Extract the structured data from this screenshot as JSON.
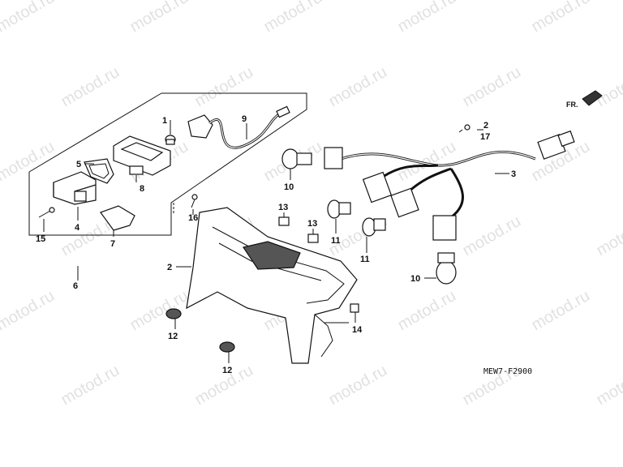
{
  "watermark": {
    "text": "motod.ru"
  },
  "direction": {
    "label": "FR."
  },
  "diagram_code": "MEW7-F2900",
  "callouts": {
    "c1": "1",
    "c2a": "2",
    "c2b": "2",
    "c3": "3",
    "c4": "4",
    "c5": "5",
    "c6": "6",
    "c7": "7",
    "c8": "8",
    "c9": "9",
    "c10a": "10",
    "c10b": "10",
    "c11a": "11",
    "c11b": "11",
    "c12a": "12",
    "c12b": "12",
    "c13a": "13",
    "c13b": "13",
    "c14": "14",
    "c15": "15",
    "c16": "16",
    "c17": "17"
  }
}
